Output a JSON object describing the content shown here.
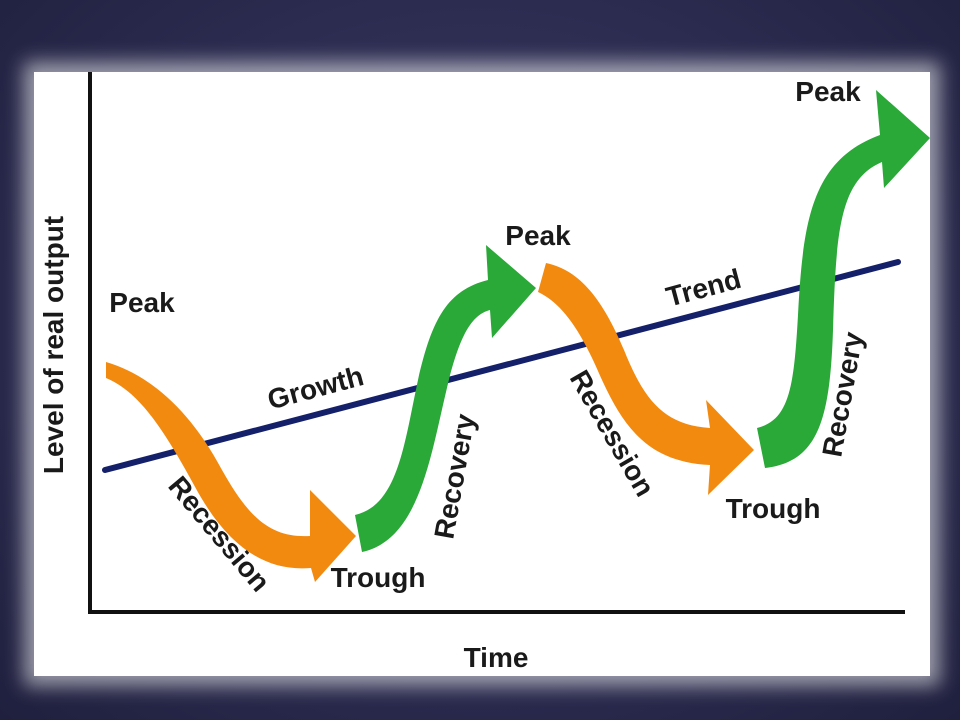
{
  "diagram": {
    "y_axis_label": "Level of real output",
    "x_axis_label": "Time",
    "trend_labels": {
      "growth": "Growth",
      "trend": "Trend"
    },
    "phases": {
      "peak_1": "Peak",
      "recession_1": "Recession",
      "trough_1": "Trough",
      "recovery_1": "Recovery",
      "peak_2": "Peak",
      "recession_2": "Recession",
      "trough_2": "Trough",
      "recovery_2": "Recovery",
      "peak_3": "Peak"
    },
    "colors": {
      "recession": "#f28a10",
      "recovery": "#2aa838",
      "trend_line": "#14206a",
      "axes": "#111111",
      "background": "#2d2d52"
    }
  }
}
